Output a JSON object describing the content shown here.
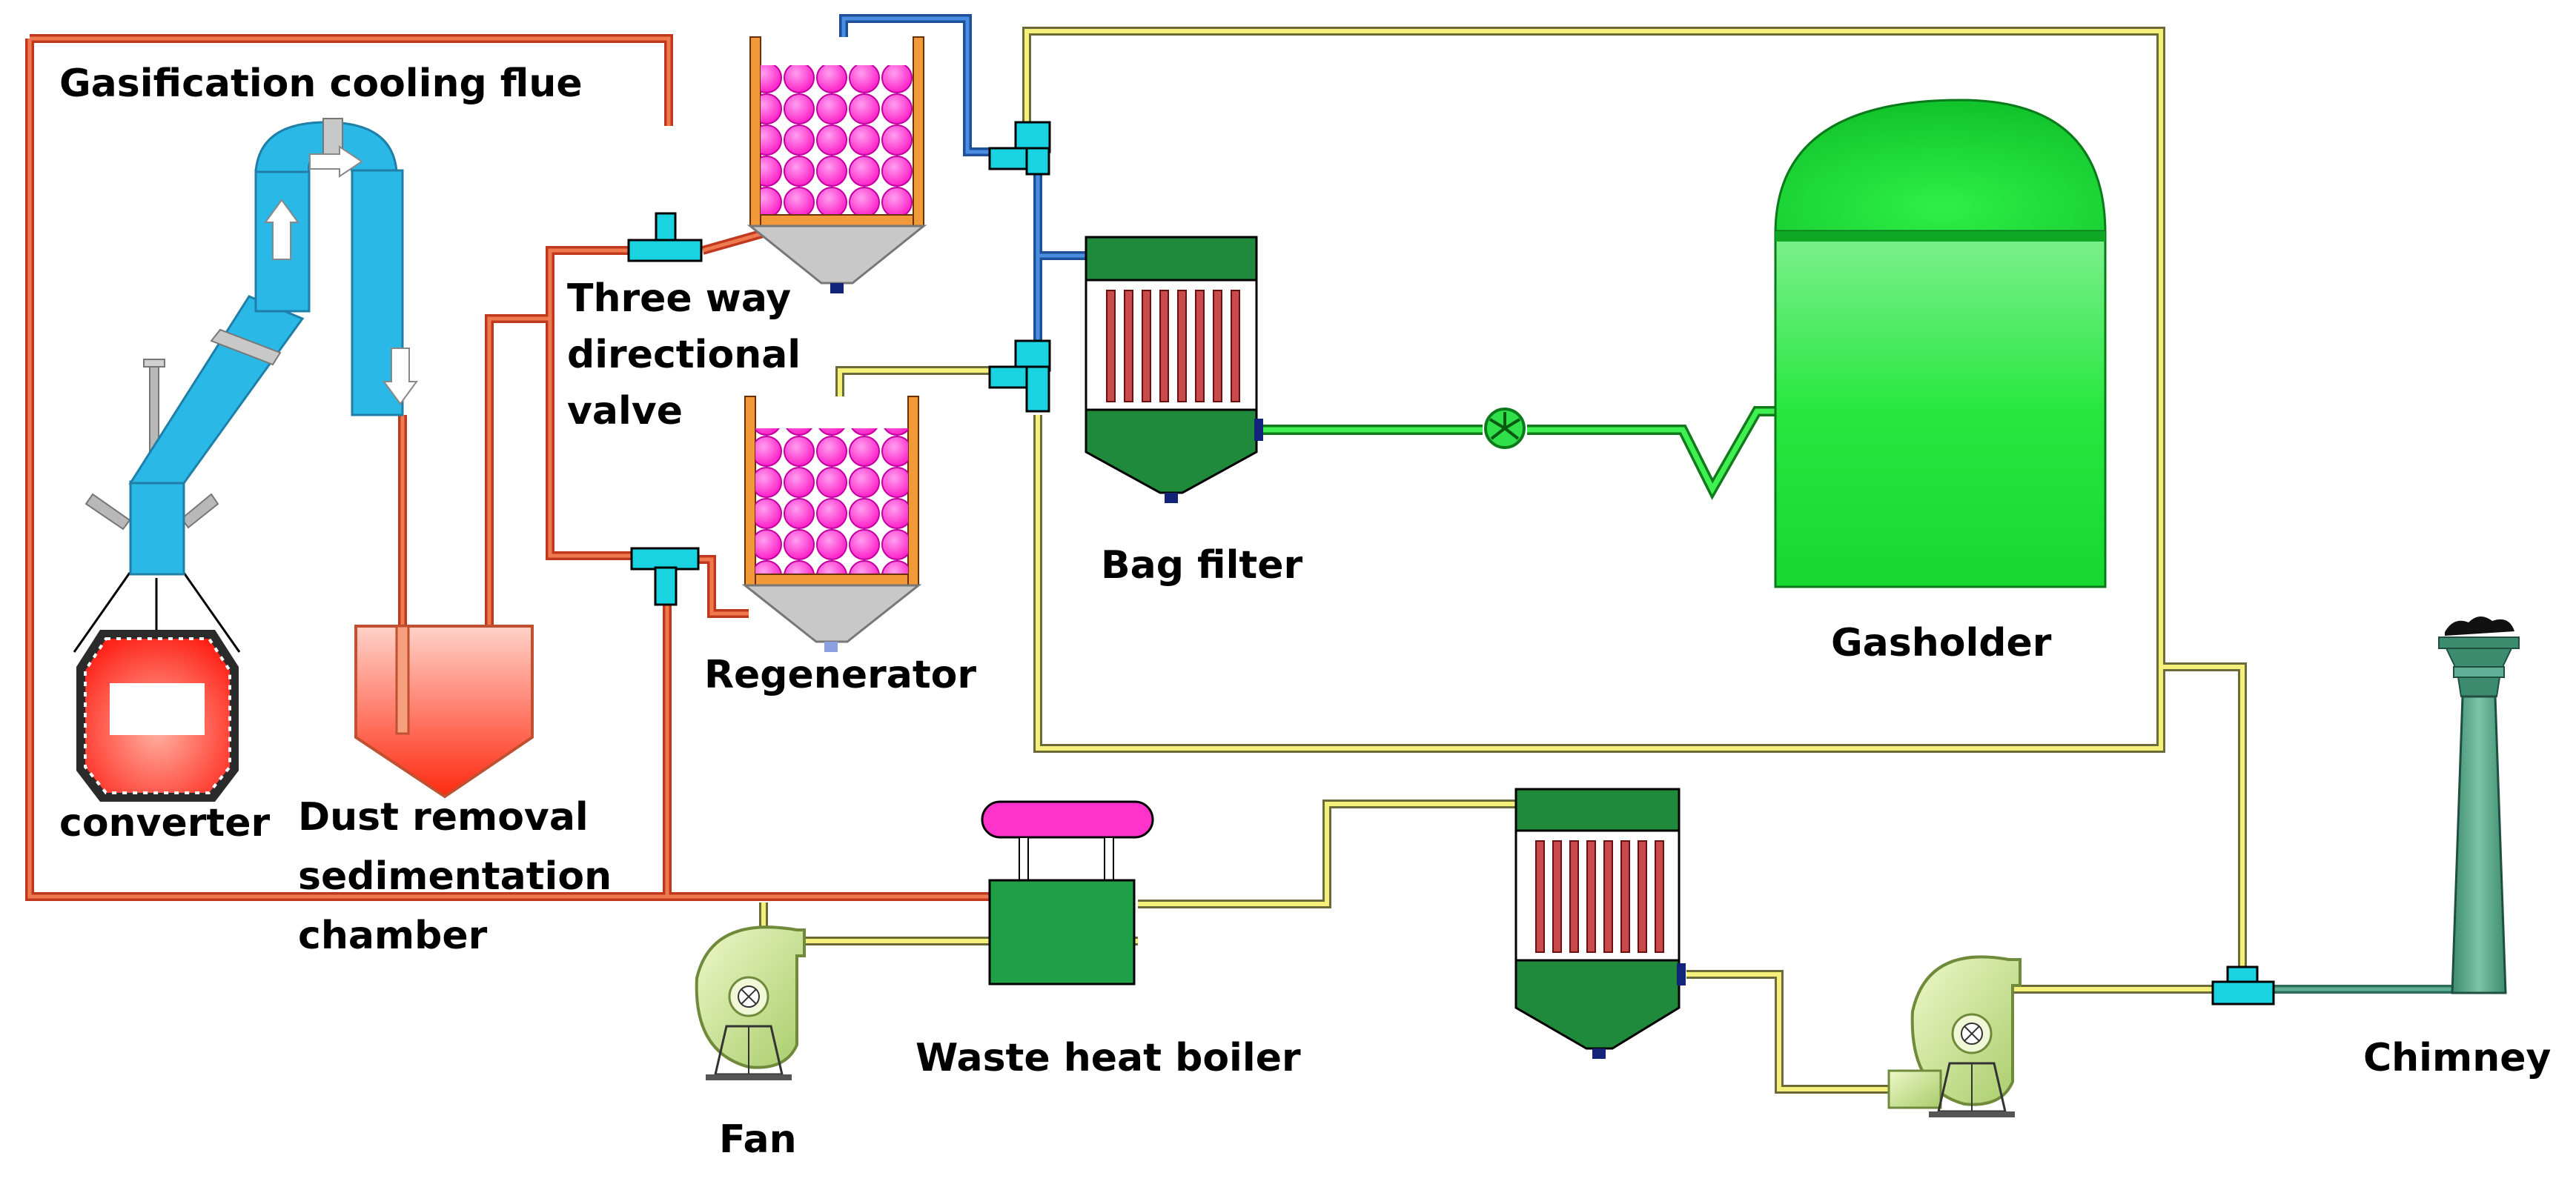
{
  "labels": {
    "gasification_cooling_flue": "Gasification cooling flue",
    "three_way_line1": "Three way",
    "three_way_line2": "directional",
    "three_way_line3": "valve",
    "converter": "converter",
    "dust_removal_line1": "Dust removal",
    "dust_removal_line2": "sedimentation",
    "dust_removal_line3": "chamber",
    "regenerator": "Regenerator",
    "bag_filter": "Bag filter",
    "gasholder": "Gasholder",
    "waste_heat_boiler": "Waste heat boiler",
    "fan": "Fan",
    "chimney": "Chimney"
  },
  "colors": {
    "hot_pipe": "#e8502a",
    "cold_pipe_yellow": "#f2ee6a",
    "blue_pipe": "#1d5fb4",
    "green_pipe": "#2fdf3f",
    "cyan_duct": "#2ab8e6",
    "gasholder_green": "#22e03c",
    "boiler_green": "#1fa046",
    "regenerator_balls": "#ff33cc",
    "filter_bags": "#c84a4a",
    "chimney_teal": "#4a9a7c",
    "fan_green": "#cde89a",
    "valve_cyan": "#19d4e0"
  },
  "icons": {
    "converter": "converter-vessel-icon",
    "regenerator": "regenerator-icon",
    "bag_filter": "bag-filter-icon",
    "gasholder": "gasholder-icon",
    "fan": "fan-icon",
    "chimney": "chimney-icon"
  }
}
